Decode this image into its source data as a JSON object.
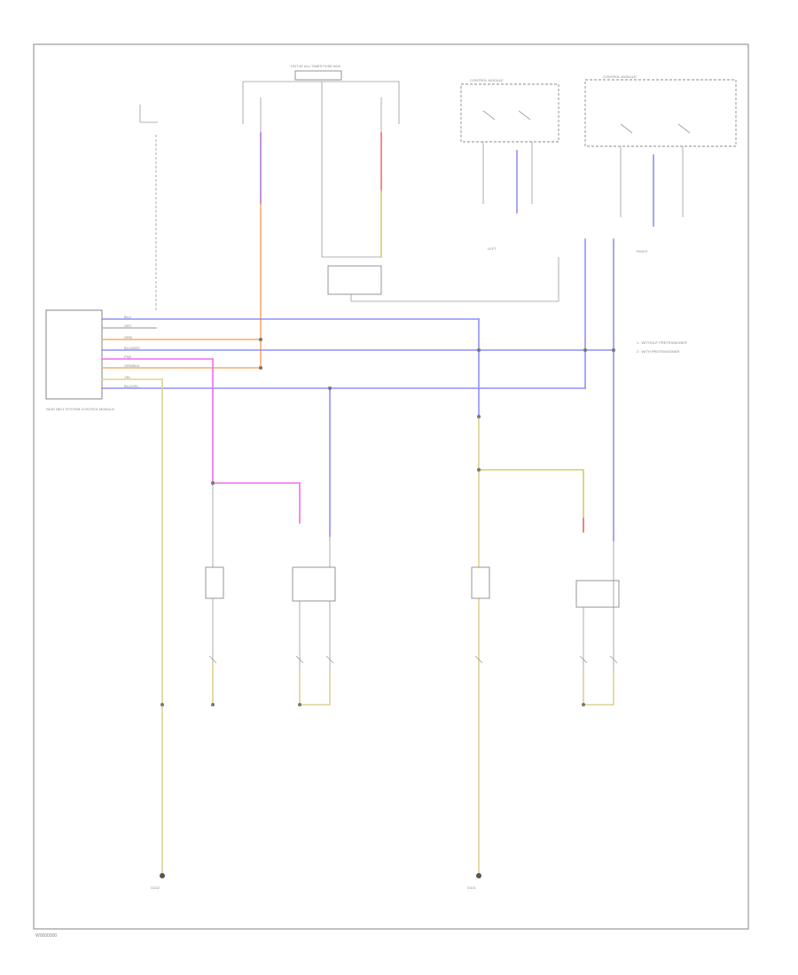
{
  "colors": {
    "blue": "#8f8ff5",
    "orange": "#f5ab6b",
    "pink": "#f06cf0",
    "yellow": "#ddd290",
    "gray": "#b5b5b5",
    "red": "#f07070",
    "purple": "#b57ad8",
    "olive": "#cfcf6a"
  },
  "labels": {
    "page_code": "W0000000",
    "module_name": "SEAT BELT SYSTEM CONTROL MODULE",
    "legend_1": "1 : WITHOUT PRETENSIONER",
    "legend_2": "2 : WITH PRETENSIONER",
    "top_fuse_block": "HOT AT ALL TIMES FUSE BOX",
    "control_module_1": "CONTROL MODULE",
    "control_module_2": "CONTROL MODULE",
    "left_hand_label": "LEFT",
    "right_hand_label": "RIGHT",
    "ground_left": "G102",
    "ground_right": "G101"
  },
  "module_pins": [
    "BLU",
    "GRY",
    "ORN",
    "BLU/WHT",
    "PNK",
    "ORN/BLK",
    "YEL",
    "BLU/YEL"
  ]
}
